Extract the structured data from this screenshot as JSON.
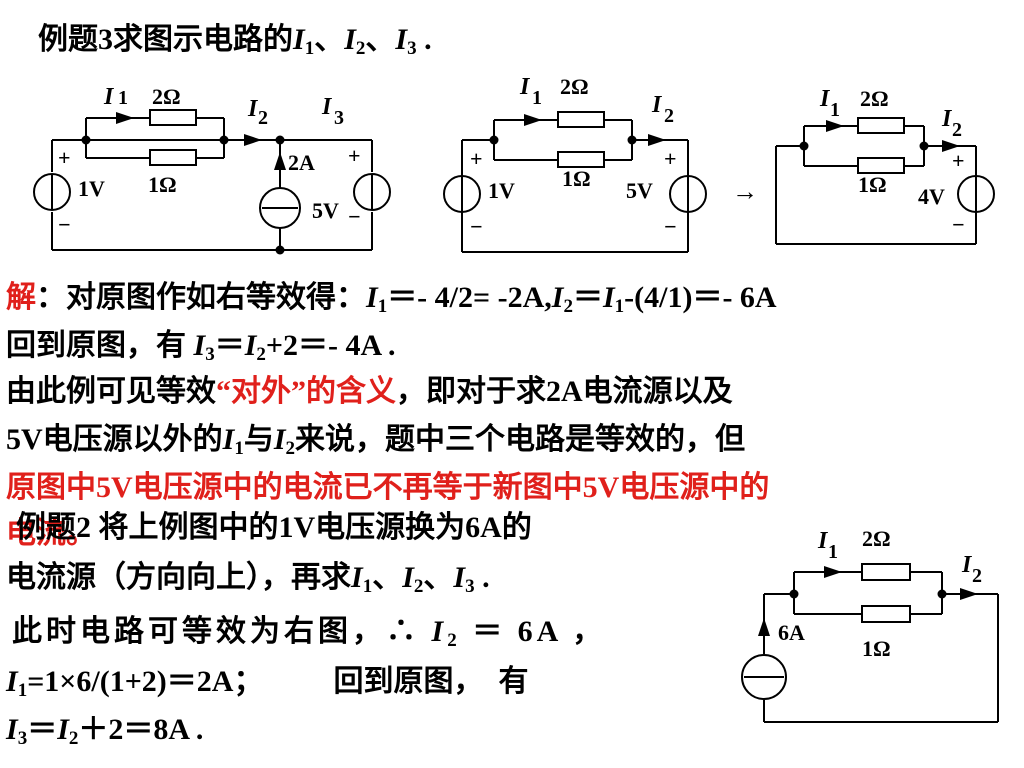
{
  "slide": {
    "example3": {
      "prefix": "例题3求图示电路的",
      "i1": "I",
      "s1": "1",
      "sep1": "、",
      "i2": "I",
      "s2": "2",
      "sep2": "、",
      "i3": "I",
      "s3": "3",
      "end": "."
    },
    "circuit1": {
      "I1_sym": "I",
      "I1_sub": "1",
      "I2_sym": "I",
      "I2_sub": "2",
      "I3_sym": "I",
      "I3_sub": "3",
      "r_top": "2Ω",
      "r_bot": "1Ω",
      "v_left": "1V",
      "i_src": "2A",
      "v_right": "5V",
      "plus": "+",
      "minus": "−"
    },
    "circuit2": {
      "I1_sym": "I",
      "I1_sub": "1",
      "I2_sym": "I",
      "I2_sub": "2",
      "r_top": "2Ω",
      "r_bot": "1Ω",
      "v_left": "1V",
      "v_right": "5V",
      "plus": "+",
      "minus": "−"
    },
    "arrow": "→",
    "circuit3": {
      "I1_sym": "I",
      "I1_sub": "1",
      "I2_sym": "I",
      "I2_sub": "2",
      "r_top": "2Ω",
      "r_bot": "1Ω",
      "v_right": "4V",
      "plus": "+",
      "minus": "−"
    },
    "circuit4": {
      "I1_sym": "I",
      "I1_sub": "1",
      "I2_sym": "I",
      "I2_sub": "2",
      "r_top": "2Ω",
      "r_bot": "1Ω",
      "i_src": "6A"
    },
    "solution": {
      "label": "解",
      "colon": "：",
      "text": "对原图作如右等效得：",
      "eq1_a": "I",
      "eq1_a_sub": "1",
      "eq1_b": "＝- 4/2= -2A,",
      "eq1_c": "I",
      "eq1_c_sub": "2",
      "eq1_d": "＝",
      "eq1_e": "I",
      "eq1_e_sub": "1",
      "eq1_f": "-(4/1)＝- 6A"
    },
    "line2": {
      "text": "回到原图，有 ",
      "a": "I",
      "a_sub": "3",
      "b": "＝",
      "c": "I",
      "c_sub": "2",
      "d": "+2＝- 4A ."
    },
    "line3": {
      "pre": "由此例可见等效",
      "red": "“对外”的含义",
      "post": "，即对于求2A电流源以及"
    },
    "line4": {
      "pre": "5V电压源以外的",
      "a": "I",
      "a_sub": "1",
      "mid": "与",
      "b": "I",
      "b_sub": "2",
      "post": "来说，题中三个电路是等效的，但"
    },
    "line5": {
      "red": "原图中5V电压源中的电流已不再等于新图中5V电压源中的"
    },
    "line6": {
      "red": "电流。"
    },
    "example2": {
      "line1": "例题2 将上例图中的1V电压源换为6A的",
      "line2_pre": "电流源（方向向上），再求",
      "a": "I",
      "a_sub": "1",
      "sep1": "、",
      "b": "I",
      "b_sub": "2",
      "sep2": "、",
      "c": "I",
      "c_sub": "3",
      "end": " ."
    },
    "line8": {
      "pre": "此时电路可等效为右图，∴ ",
      "a": "I",
      "a_sub": "2",
      "post": " ＝ 6A ，"
    },
    "line9": {
      "a": "I",
      "a_sub": "1",
      "mid": "=1×6/(1+2)＝2A；",
      "post": "回到原图，　有"
    },
    "line10": {
      "a": "I",
      "a_sub": "3",
      "b": "＝",
      "c": "I",
      "c_sub": "2",
      "post": "＋2＝8A ."
    }
  }
}
